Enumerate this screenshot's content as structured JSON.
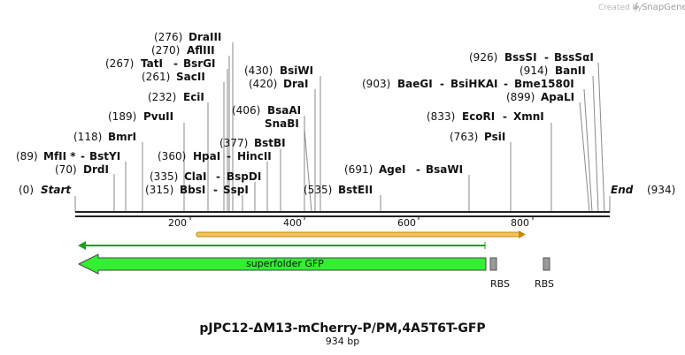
{
  "watermark": {
    "created_by": "Created by",
    "brand": "SnapGene"
  },
  "map": {
    "title": "pJPC12-ΔM13-mCherry-P/PM,4A5T6T-GFP",
    "subtitle": "934 bp",
    "length": 934,
    "start_label": "Start",
    "end_label": "End",
    "start_pos": "(0)",
    "end_pos": "(934)",
    "ticks": [
      "200",
      "400",
      "600",
      "800"
    ]
  },
  "sites": [
    {
      "pos": "(89)",
      "names": [
        "MfII *",
        "BstYI"
      ]
    },
    {
      "pos": "(70)",
      "names": [
        "DrdI"
      ]
    },
    {
      "pos": "(118)",
      "names": [
        "BmrI"
      ]
    },
    {
      "pos": "(189)",
      "names": [
        "PvuII"
      ]
    },
    {
      "pos": "(232)",
      "names": [
        "EciI"
      ]
    },
    {
      "pos": "(261)",
      "names": [
        "SacII"
      ]
    },
    {
      "pos": "(267)",
      "names": [
        "TatI",
        "BsrGI"
      ]
    },
    {
      "pos": "(270)",
      "names": [
        "AflIII"
      ]
    },
    {
      "pos": "(276)",
      "names": [
        "DraIII"
      ]
    },
    {
      "pos": "(360)",
      "names": [
        "HpaI",
        "HincII"
      ]
    },
    {
      "pos": "(335)",
      "names": [
        "ClaI",
        "BspDI"
      ]
    },
    {
      "pos": "(315)",
      "names": [
        "BbsI",
        "SspI"
      ]
    },
    {
      "pos": "(377)",
      "names": [
        "BstBI"
      ]
    },
    {
      "pos": "(406)",
      "names": [
        "BsaAI"
      ]
    },
    {
      "pos": "",
      "names": [
        "SnaBI"
      ]
    },
    {
      "pos": "(420)",
      "names": [
        "DraI"
      ]
    },
    {
      "pos": "(430)",
      "names": [
        "BsiWI"
      ]
    },
    {
      "pos": "(535)",
      "names": [
        "BstEII"
      ]
    },
    {
      "pos": "(691)",
      "names": [
        "AgeI",
        "BsaWI"
      ]
    },
    {
      "pos": "(763)",
      "names": [
        "PsiI"
      ]
    },
    {
      "pos": "(833)",
      "names": [
        "EcoRI",
        "XmnI"
      ]
    },
    {
      "pos": "(899)",
      "names": [
        "ApaLI"
      ]
    },
    {
      "pos": "(903)",
      "names": [
        "BaeGI",
        "BsiHKAI",
        "Bme1580I"
      ]
    },
    {
      "pos": "(914)",
      "names": [
        "BanII"
      ]
    },
    {
      "pos": "(926)",
      "names": [
        "BssSI",
        "BssSαI"
      ]
    }
  ],
  "features": [
    {
      "label": "superfolder GFP",
      "color": "#33ee33"
    },
    {
      "label": "RBS",
      "color": "#9a9a9a"
    },
    {
      "label": "RBS",
      "color": "#9a9a9a"
    }
  ],
  "colors": {
    "orf_top": "#2bbb2b",
    "orf_bottom": "#e7a817",
    "backbone": "#222222",
    "leader": "#888888"
  }
}
